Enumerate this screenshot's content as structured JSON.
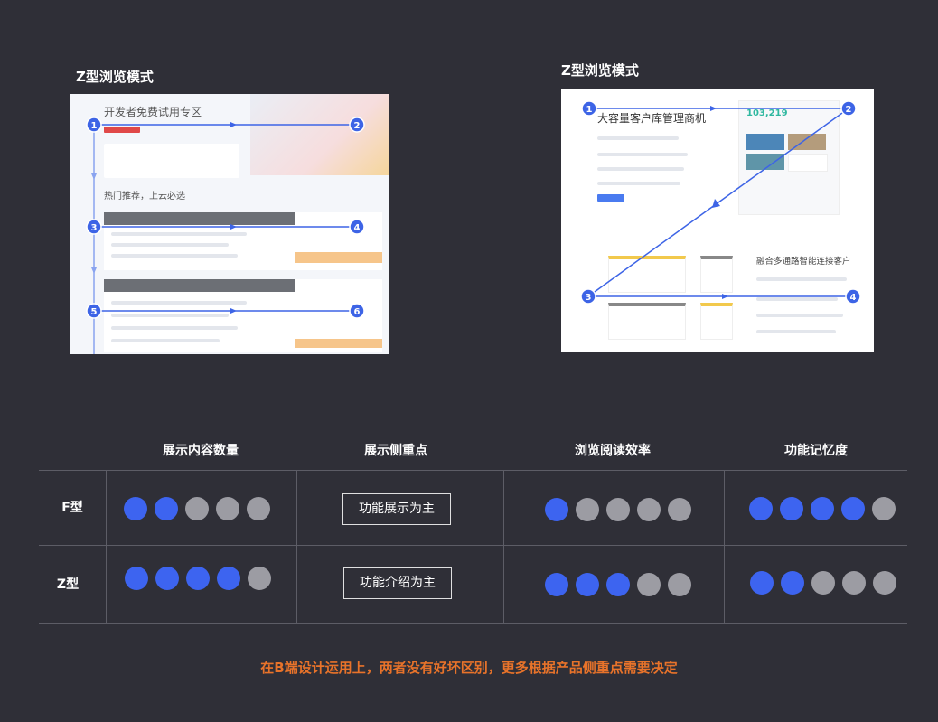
{
  "panels": {
    "left": {
      "title": "Z型浏览模式",
      "mock_title": "开发者免费试用专区",
      "mock_section": "热门推荐，上云必选",
      "markers": [
        "1",
        "2",
        "3",
        "4",
        "5",
        "6"
      ]
    },
    "right": {
      "title": "Z型浏览模式",
      "mock_title": "大容量客户库管理商机",
      "mock_number": "103,219",
      "mock_section": "融合多通路智能连接客户",
      "markers": [
        "1",
        "2",
        "3",
        "4"
      ]
    }
  },
  "table": {
    "columns": [
      "展示内容数量",
      "展示侧重点",
      "浏览阅读效率",
      "功能记忆度"
    ],
    "rows": [
      {
        "label": "F型",
        "content_quantity": {
          "filled": 2,
          "total": 5
        },
        "focus": "功能展示为主",
        "reading_efficiency": {
          "filled": 1,
          "total": 5
        },
        "memorability": {
          "filled": 4,
          "total": 5
        }
      },
      {
        "label": "Z型",
        "content_quantity": {
          "filled": 4,
          "total": 5
        },
        "focus": "功能介绍为主",
        "reading_efficiency": {
          "filled": 3,
          "total": 5
        },
        "memorability": {
          "filled": 2,
          "total": 5
        }
      }
    ]
  },
  "conclusion": "在B端设计运用上，两者没有好坏区别，更多根据产品侧重点需要决定",
  "colors": {
    "background": "#2f2f37",
    "filled_dot": "#3d64f0",
    "empty_dot": "#9c9ca3",
    "marker": "#3d64e6",
    "conclusion": "#e8732a"
  }
}
